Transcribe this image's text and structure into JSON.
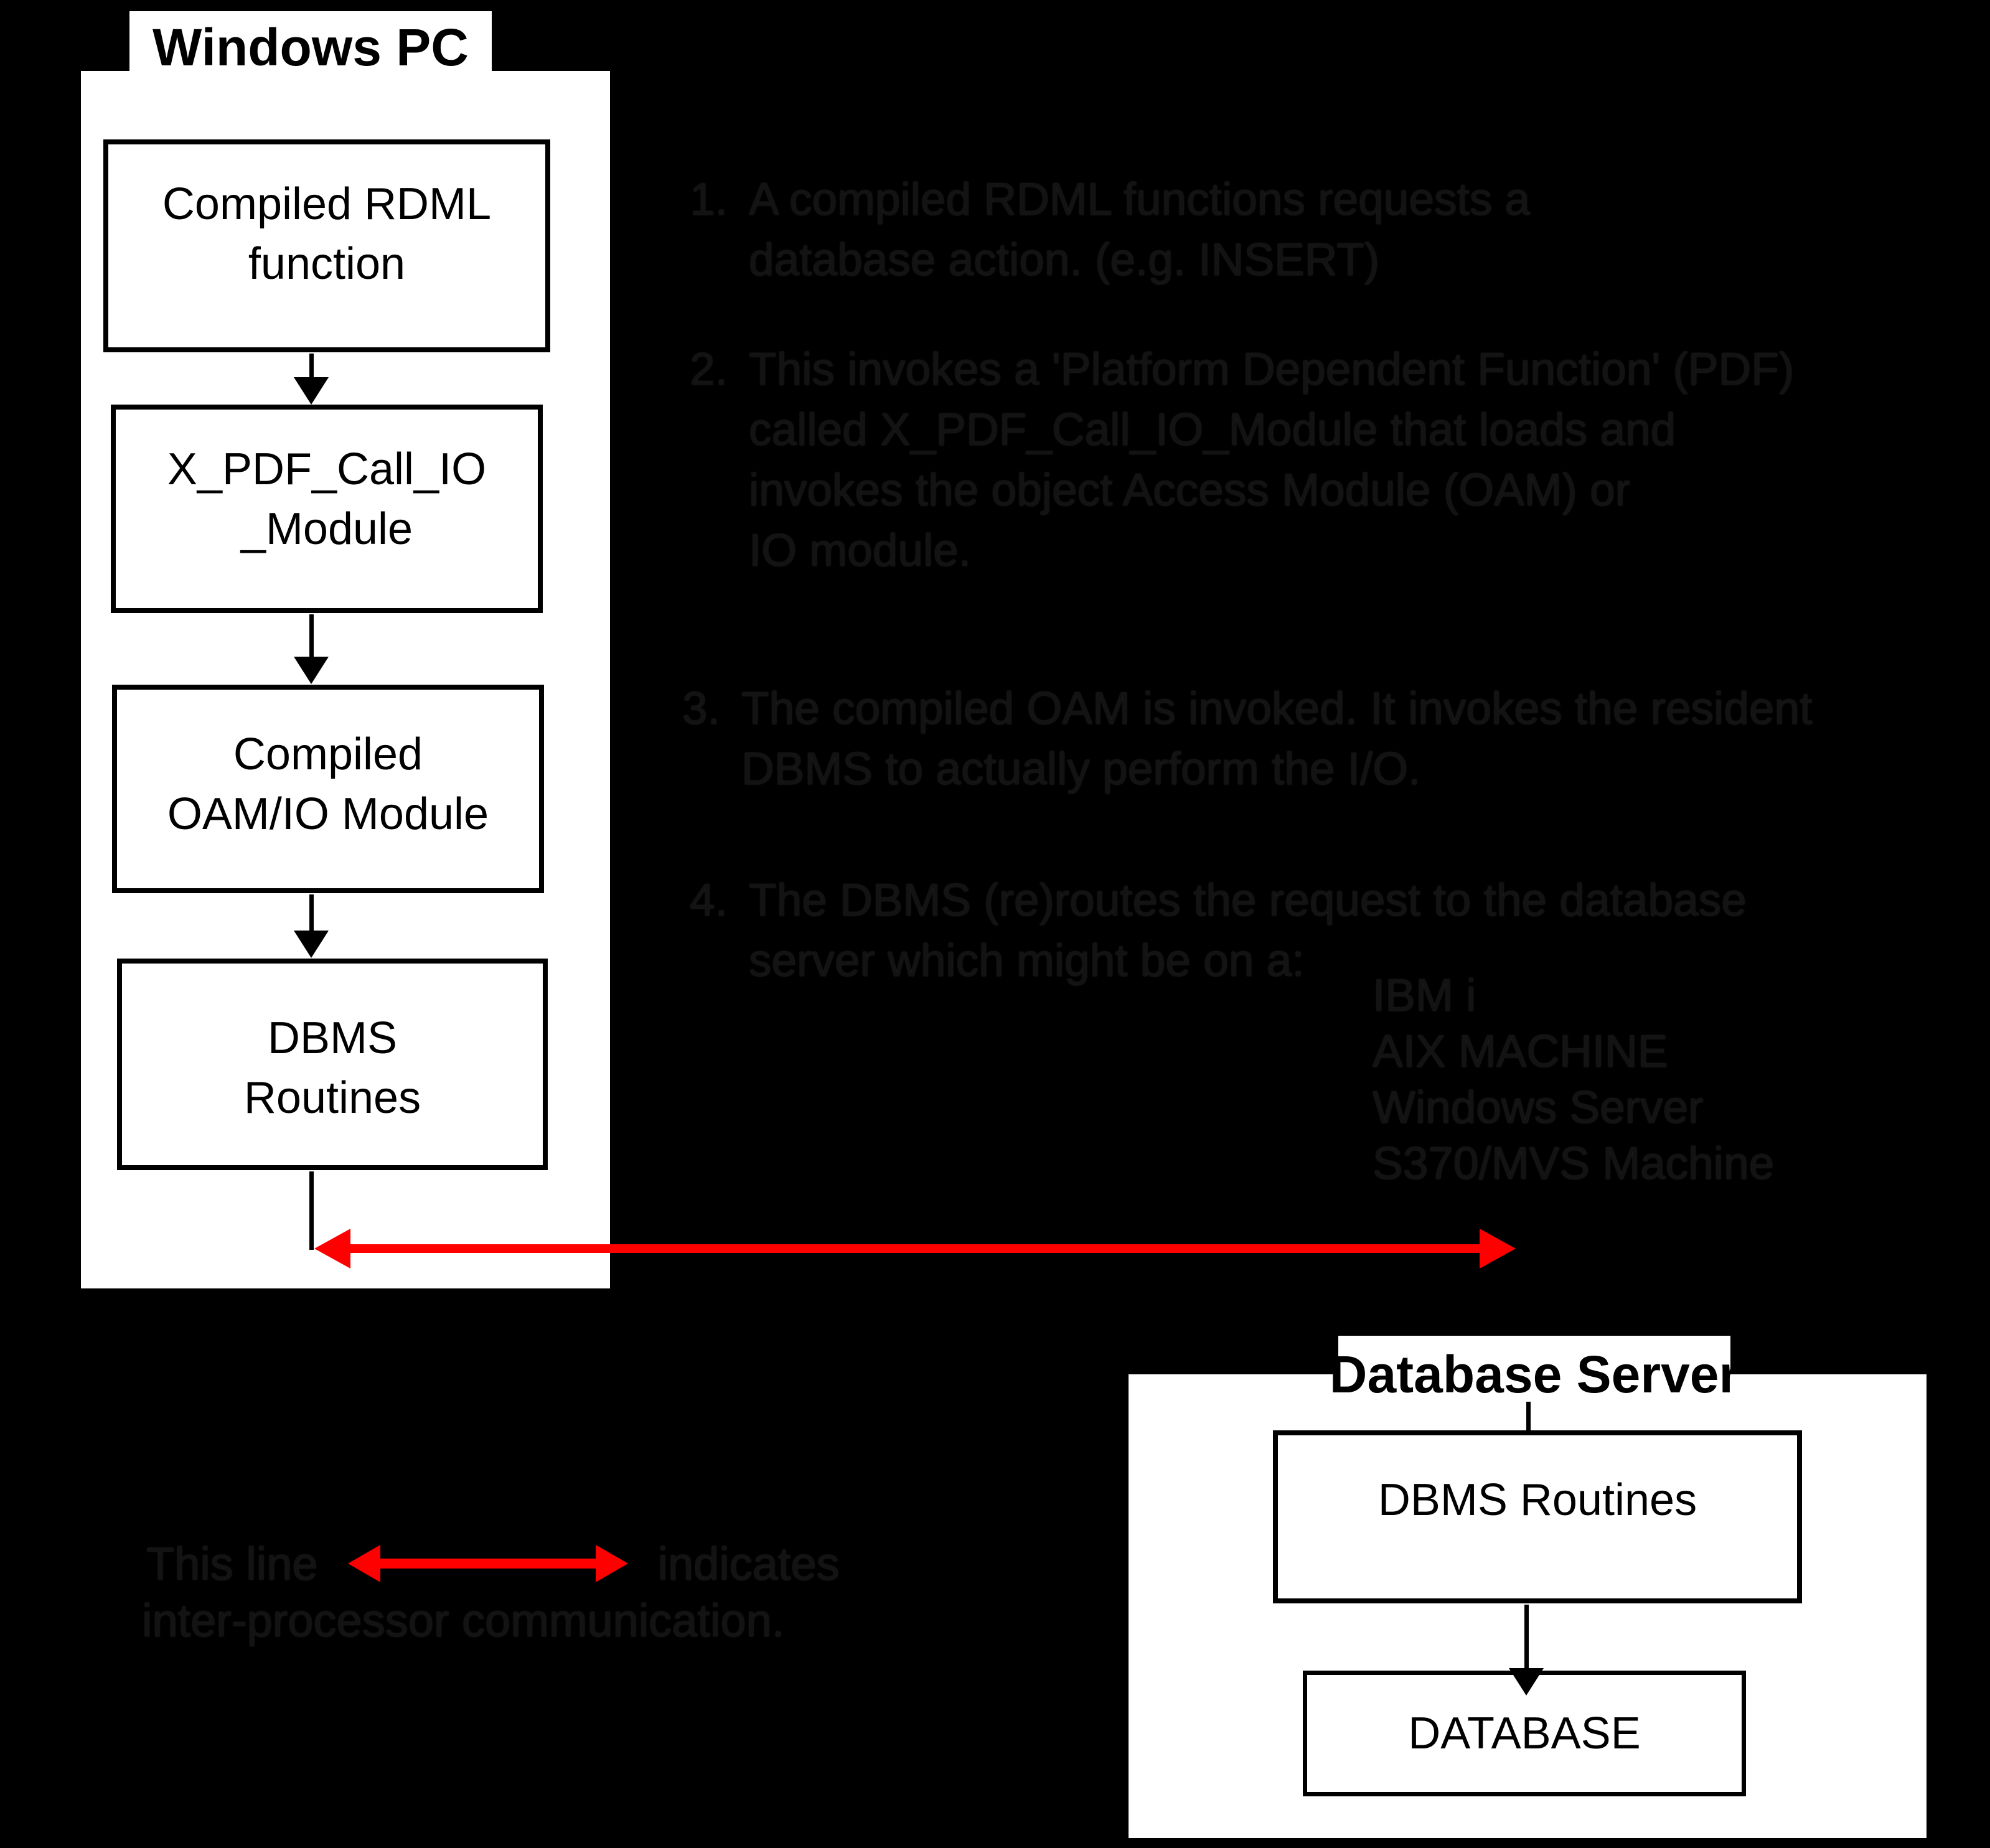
{
  "colors": {
    "background": "#000000",
    "panel": "#ffffff",
    "ink": "#000000",
    "faint_text": "#131313",
    "ipc_red": "#fe0000"
  },
  "windows_pc": {
    "title": "Windows PC",
    "boxes": [
      {
        "id": "compiled-rdml",
        "lines": [
          "Compiled RDML",
          "function"
        ]
      },
      {
        "id": "x-pdf-call-io",
        "lines": [
          "X_PDF_Call_IO",
          "_Module"
        ]
      },
      {
        "id": "compiled-oam",
        "lines": [
          "Compiled",
          "OAM/IO Module"
        ]
      },
      {
        "id": "dbms-routines",
        "lines": [
          "DBMS",
          "Routines"
        ]
      }
    ]
  },
  "database_server": {
    "title": "Database Server",
    "boxes": [
      {
        "id": "dbms-routines",
        "lines": [
          "DBMS Routines"
        ]
      },
      {
        "id": "database",
        "lines": [
          "DATABASE"
        ]
      }
    ]
  },
  "notes": [
    {
      "number": "1.",
      "lines": [
        "A compiled RDML functions requests a",
        "database action. (e.g. INSERT)"
      ]
    },
    {
      "number": "2.",
      "lines": [
        "This invokes a 'Platform Dependent Function' (PDF)",
        "called X_PDF_Call_IO_Module that loads and",
        "invokes the object Access Module (OAM) or",
        "IO module."
      ]
    },
    {
      "number": "3.",
      "lines": [
        "The compiled OAM is invoked. It invokes the resident",
        "DBMS to actually perform the I/O."
      ]
    },
    {
      "number": "4.",
      "lines": [
        "The DBMS (re)routes the request to the database",
        "server which might be on a:"
      ]
    }
  ],
  "server_options": [
    "IBM i",
    "AIX MACHINE",
    "Windows Server",
    "S370/MVS Machine"
  ],
  "legend": {
    "prefix": "This line",
    "suffix": "indicates",
    "line2": "inter-processor communication."
  }
}
